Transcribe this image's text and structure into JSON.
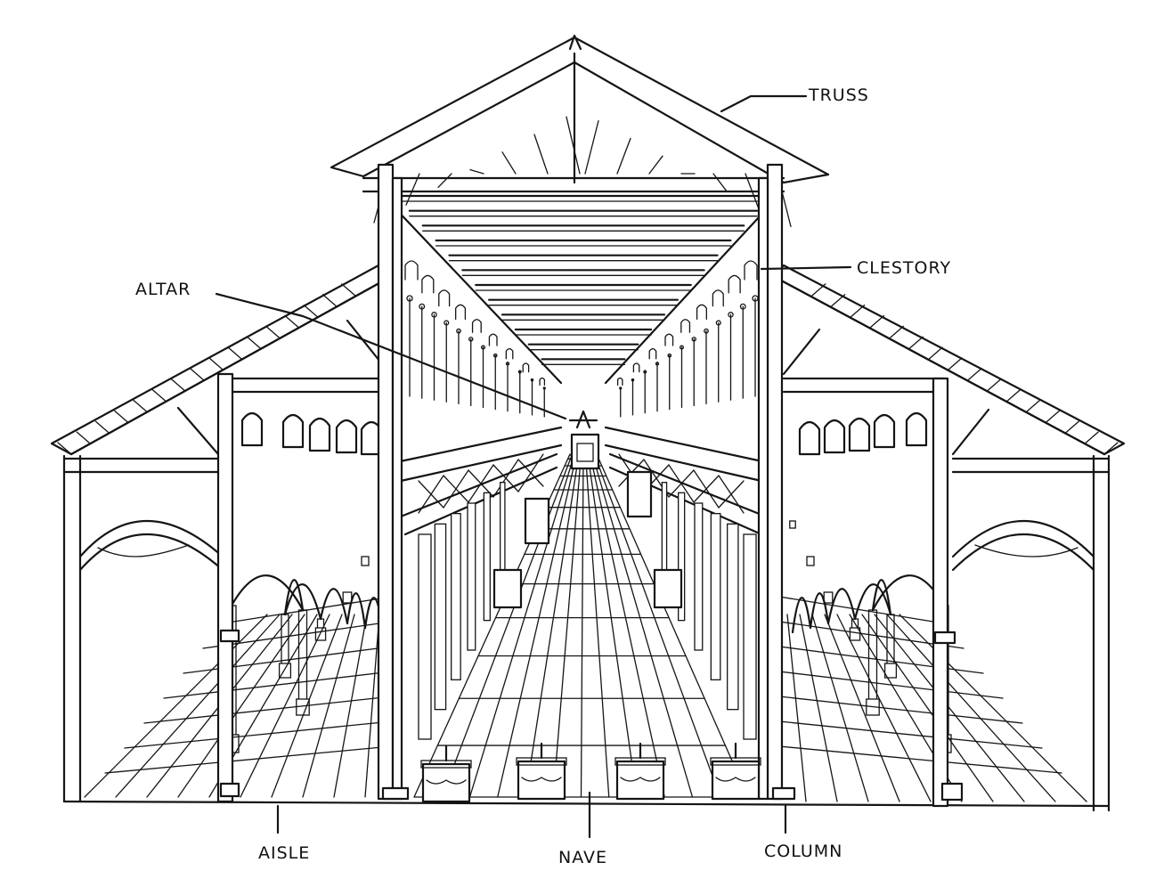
{
  "diagram": {
    "labels": {
      "truss": "TRUSS",
      "clestory": "CLESTORY",
      "altar": "ALTAR",
      "aisle": "AISLE",
      "nave": "NAVE",
      "column": "COLUMN"
    }
  }
}
